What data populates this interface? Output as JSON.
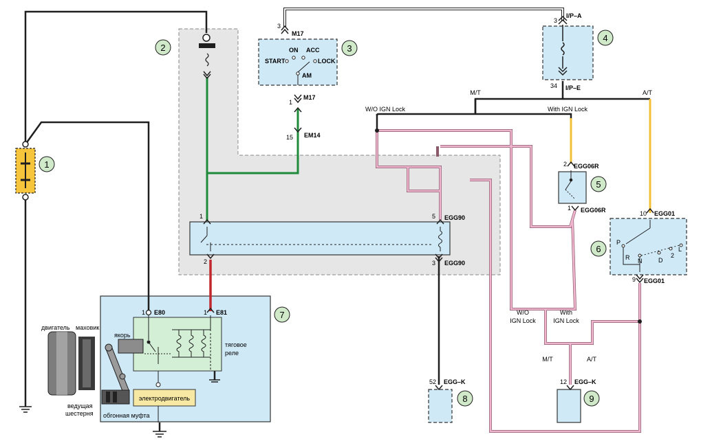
{
  "colors": {
    "black": "#1f1f1f",
    "green": "#1f8a3a",
    "red": "#c0282d",
    "yellow": "#f2c037",
    "pink": "#e7a3c0",
    "box_fill": "#cfe9f7",
    "relay_fill": "#d3efd6",
    "gray_area": "#e6e6e6",
    "fuse_fill": "#f7c53c",
    "callout_fill": "#cfe9c9"
  },
  "callouts": [
    "1",
    "2",
    "3",
    "4",
    "5",
    "6",
    "7",
    "8",
    "9"
  ],
  "connectors": {
    "m17_top": "M17",
    "m17_bottom": "M17",
    "em14": "EM14",
    "ipa": "I/P–A",
    "ipe": "I/P–E",
    "egg06r_top": "EGG06R",
    "egg06r_bottom": "EGG06R",
    "egg90_top": "EGG90",
    "egg90_bottom": "EGG90",
    "egg01_top": "EGG01",
    "egg01_bottom": "EGG01",
    "e80": "E80",
    "e81": "E81",
    "eggk_8": "EGG–K",
    "eggk_9": "EGG–K"
  },
  "pins": {
    "m17_top": "3",
    "m17_bottom": "1",
    "em14": "15",
    "ipa": "3",
    "ipe": "34",
    "egg06r_top": "2",
    "egg06r_bottom": "1",
    "egg90_in": "1",
    "egg90_top": "5",
    "egg90_out": "2",
    "egg90_bottom": "3",
    "egg01_top": "10",
    "egg01_bottom": "9",
    "e80": "1",
    "e81": "1",
    "eggk_8": "52",
    "eggk_9": "12"
  },
  "ignition_switch": {
    "start": "START",
    "on": "ON",
    "acc": "ACC",
    "lock": "LOCK",
    "am": "AM"
  },
  "branches": {
    "mt_top": "M/T",
    "at_top": "A/T",
    "wo_ign_lock_top": "W/O IGN Lock",
    "with_ign_lock_top": "With IGN Lock",
    "wo_bottom_line1": "W/O",
    "wo_bottom_line2": "IGN Lock",
    "with_bottom_line1": "With",
    "with_bottom_line2": "IGN Lock",
    "mt_bottom": "M/T",
    "at_bottom": "A/T"
  },
  "gear_selector": {
    "p": "P",
    "r": "R",
    "n": "N",
    "d": "D",
    "two": "2",
    "l": "L"
  },
  "starter": {
    "engine": "двигатель",
    "flywheel": "маховик",
    "armature": "якорь",
    "traction_relay_line1": "тяговое",
    "traction_relay_line2": "реле",
    "motor": "электродвигатель",
    "drive_gear_line1": "ведущая",
    "drive_gear_line2": "шестерня",
    "overrunning_clutch": "обгонная муфта"
  }
}
